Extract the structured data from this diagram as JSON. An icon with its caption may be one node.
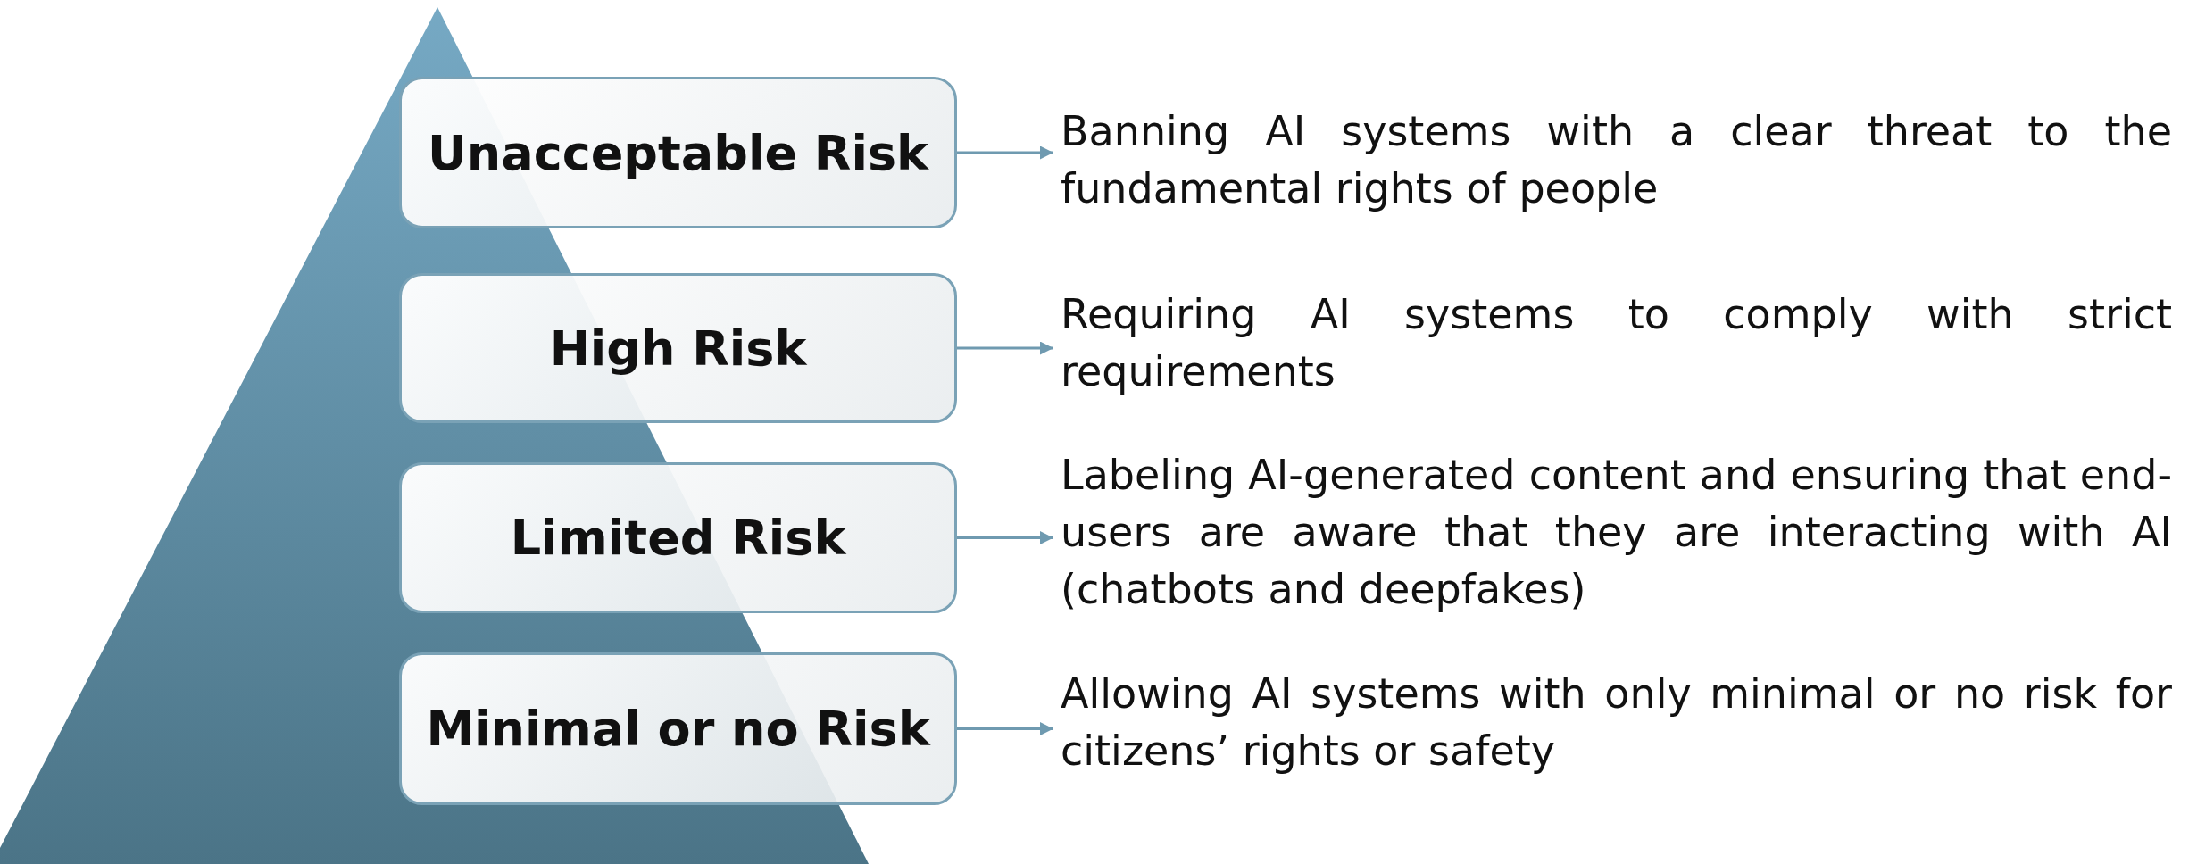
{
  "diagram": {
    "nodes": [
      {
        "text": [
          "Unacceptable Risk"
        ]
      },
      {
        "text": [
          "High Risk"
        ]
      },
      {
        "text": [
          "Limited Risk"
        ]
      },
      {
        "text": [
          "Minimal or no Risk"
        ]
      },
      {
        "text": [
          "Banning AI systems with a clear threat to the fundamental rights of people"
        ]
      },
      {
        "text": [
          "Requiring AI systems to comply with strict requirements"
        ]
      },
      {
        "text": [
          "Labeling AI-generated content and ensuring that end-users are aware that they are interacting with AI (chatbots and deepfakes)"
        ]
      },
      {
        "text": [
          "Allowing AI systems with only minimal or no risk for citizens’ rights or safety"
        ]
      }
    ],
    "edges": [
      {
        "from": 0,
        "to": 4,
        "arrow": "to"
      },
      {
        "from": 1,
        "to": 5,
        "arrow": "to"
      },
      {
        "from": 2,
        "to": 6,
        "arrow": "to"
      },
      {
        "from": 3,
        "to": 7,
        "arrow": "to"
      }
    ]
  }
}
